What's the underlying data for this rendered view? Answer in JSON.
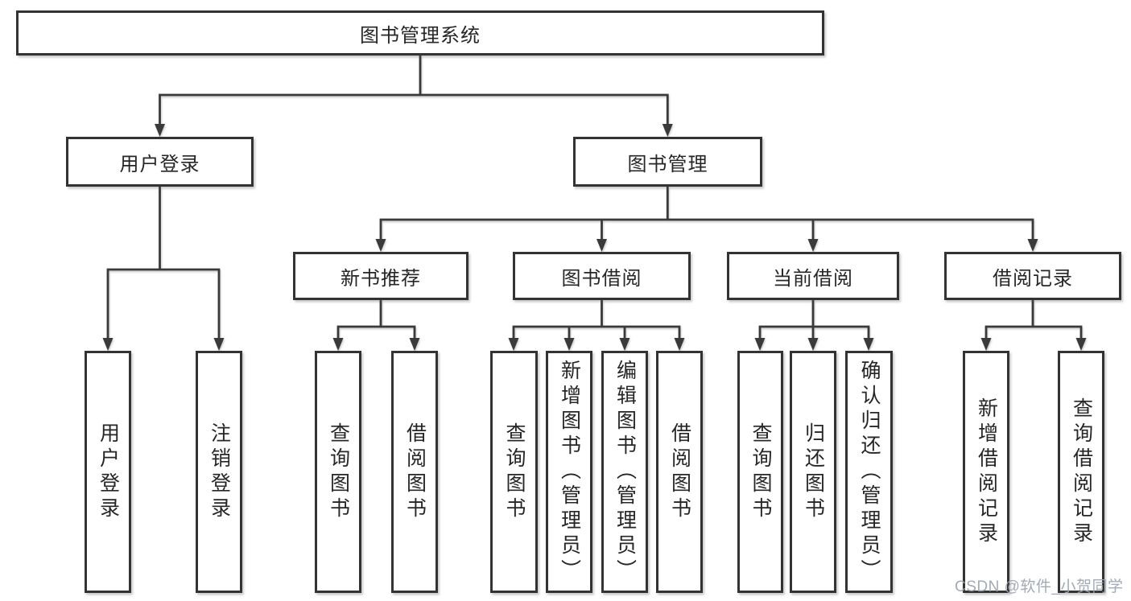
{
  "diagram": {
    "root": {
      "label": "图书管理系统",
      "children": [
        {
          "label": "用户登录",
          "children": [
            {
              "label": "用户登录"
            },
            {
              "label": "注销登录"
            }
          ]
        },
        {
          "label": "图书管理",
          "children": [
            {
              "label": "新书推荐",
              "children": [
                {
                  "label": "查询图书"
                },
                {
                  "label": "借阅图书"
                }
              ]
            },
            {
              "label": "图书借阅",
              "children": [
                {
                  "label": "查询图书"
                },
                {
                  "label": "新增图书（管理员）"
                },
                {
                  "label": "编辑图书（管理员）"
                },
                {
                  "label": "借阅图书"
                }
              ]
            },
            {
              "label": "当前借阅",
              "children": [
                {
                  "label": "查询图书"
                },
                {
                  "label": "归还图书"
                },
                {
                  "label": "确认归还（管理员）"
                }
              ]
            },
            {
              "label": "借阅记录",
              "children": [
                {
                  "label": "新增借阅记录"
                },
                {
                  "label": "查询借阅记录"
                }
              ]
            }
          ]
        }
      ]
    },
    "colors": {
      "line": "#3a3a3a",
      "box_border": "#333333",
      "box_fill": "#ffffff",
      "text": "#262626",
      "watermark": "#9ea4b2"
    },
    "watermark": {
      "text": "CSDN @软件_小贺同学"
    }
  }
}
